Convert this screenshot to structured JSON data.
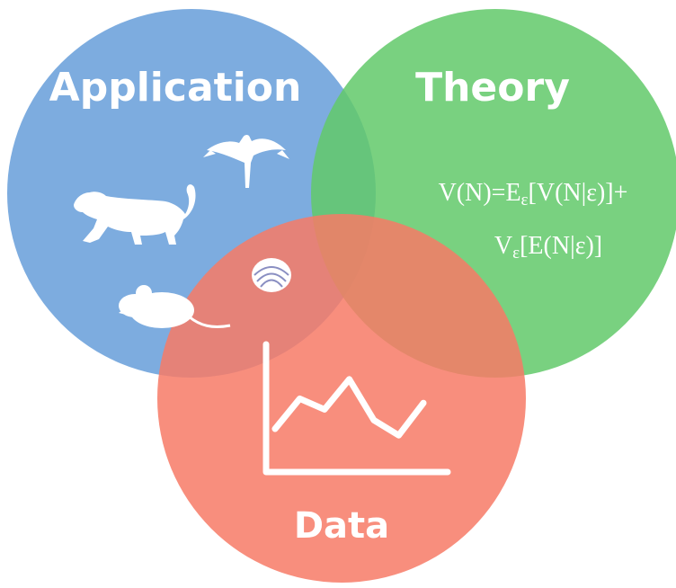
{
  "venn": {
    "application": {
      "label": "Application",
      "color": "#6fa3dc"
    },
    "theory": {
      "label": "Theory",
      "color": "#62c96a",
      "formula_line1_a": "V(N)=E",
      "formula_line1_sub": "ε",
      "formula_line1_b": "[V(N|ε)]+",
      "formula_line2_a": "V",
      "formula_line2_sub": "ε",
      "formula_line2_b": "[E(N|ε)]"
    },
    "data": {
      "label": "Data",
      "color": "#f77a66"
    },
    "icons": [
      "eagle-icon",
      "cougar-icon",
      "mouse-icon",
      "shell-icon",
      "line-chart-icon"
    ],
    "chart_icon_series": [
      2,
      3.4,
      2.9,
      4.3,
      2.4,
      1.7,
      3.2
    ]
  }
}
